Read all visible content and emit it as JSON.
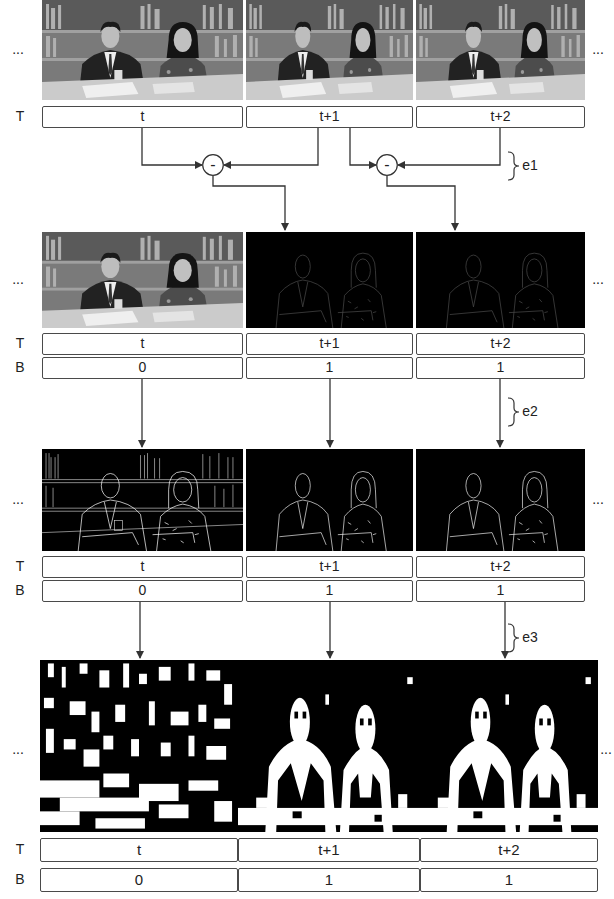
{
  "diagram": {
    "nodes": [
      {
        "text": [
          "t"
        ]
      },
      {
        "text": [
          "t+1"
        ]
      },
      {
        "text": [
          "t+2"
        ]
      },
      {
        "text": [
          "-"
        ]
      },
      {
        "text": [
          "-"
        ]
      },
      {
        "text": [
          "t"
        ]
      },
      {
        "text": [
          "t+1"
        ]
      },
      {
        "text": [
          "t+2"
        ]
      },
      {
        "text": [
          "0"
        ]
      },
      {
        "text": [
          "1"
        ]
      },
      {
        "text": [
          "1"
        ]
      },
      {
        "text": [
          "t"
        ]
      },
      {
        "text": [
          "t+1"
        ]
      },
      {
        "text": [
          "t+2"
        ]
      },
      {
        "text": [
          "0"
        ]
      },
      {
        "text": [
          "1"
        ]
      },
      {
        "text": [
          "1"
        ]
      },
      {
        "text": [
          "t"
        ]
      },
      {
        "text": [
          "t+1"
        ]
      },
      {
        "text": [
          "t+2"
        ]
      },
      {
        "text": [
          "0"
        ]
      },
      {
        "text": [
          "1"
        ]
      },
      {
        "text": [
          "1"
        ]
      }
    ],
    "edges": [
      {
        "from": 0,
        "to": 3,
        "arrow": "to"
      },
      {
        "from": 1,
        "to": 3,
        "arrow": "to"
      },
      {
        "from": 1,
        "to": 4,
        "arrow": "to"
      },
      {
        "from": 2,
        "to": 4,
        "arrow": "to"
      }
    ],
    "labels": [
      "...",
      "...",
      "T",
      "e1",
      "...",
      "...",
      "T",
      "B",
      "e2",
      "...",
      "...",
      "T",
      "B",
      "e3",
      "...",
      "...",
      "T",
      "B"
    ]
  }
}
